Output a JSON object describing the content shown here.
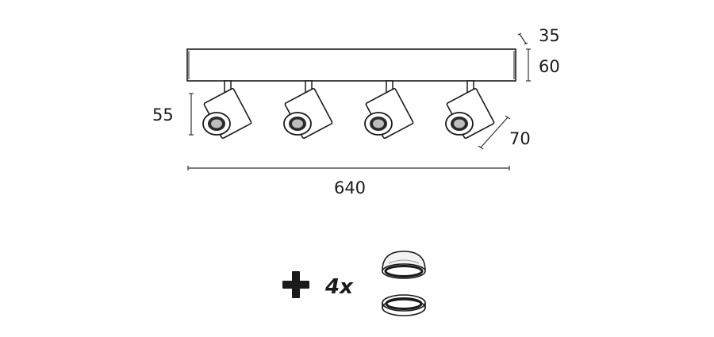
{
  "dimensions": {
    "rail_depth": "35",
    "rail_height": "60",
    "spot_height": "55",
    "spot_depth": "70",
    "total_length": "640"
  },
  "accessory": {
    "quantity": "4x"
  },
  "colors": {
    "line": "#1a1a1a",
    "dimension_line": "#333333",
    "background": "#ffffff"
  }
}
